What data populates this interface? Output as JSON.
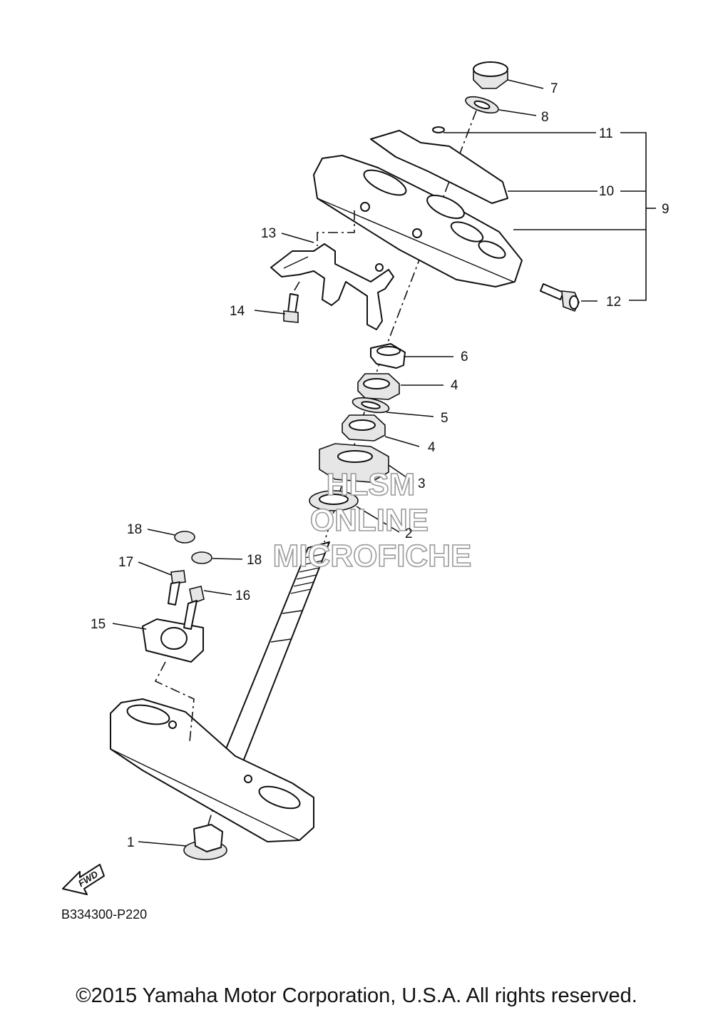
{
  "diagram": {
    "part_numbers": [
      "1",
      "2",
      "3",
      "4",
      "4",
      "5",
      "6",
      "7",
      "8",
      "9",
      "10",
      "11",
      "12",
      "13",
      "14",
      "15",
      "16",
      "17",
      "18",
      "18"
    ],
    "diagram_code": "B334300-P220",
    "fwd_label": "FWD",
    "watermark": [
      "HLSM",
      "ONLINE",
      "MICROFICHE"
    ],
    "copyright": "©2015 Yamaha Motor Corporation, U.S.A. All rights reserved."
  }
}
